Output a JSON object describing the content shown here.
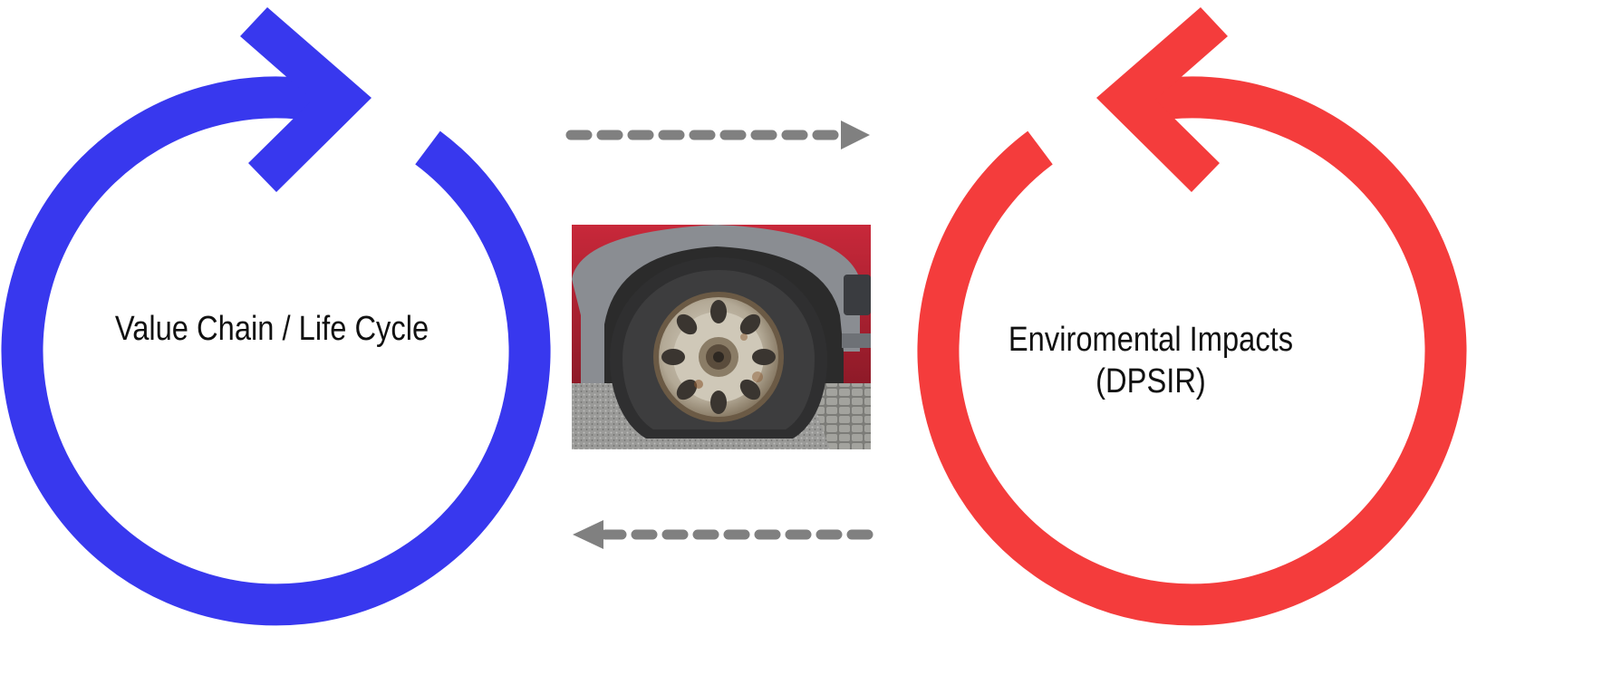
{
  "diagram": {
    "left_cycle": {
      "label": "Value Chain / Life Cycle",
      "color": "#3838EE",
      "direction": "clockwise"
    },
    "right_cycle": {
      "label_line1": "Enviromental Impacts",
      "label_line2": "(DPSIR)",
      "color": "#F43C3C",
      "direction": "counter-clockwise"
    },
    "arrows": {
      "top": {
        "direction": "right",
        "style": "dashed",
        "color": "#808080"
      },
      "bottom": {
        "direction": "left",
        "style": "dashed",
        "color": "#808080"
      }
    },
    "center_image": {
      "subject": "car-wheel-with-flat-tire"
    }
  }
}
